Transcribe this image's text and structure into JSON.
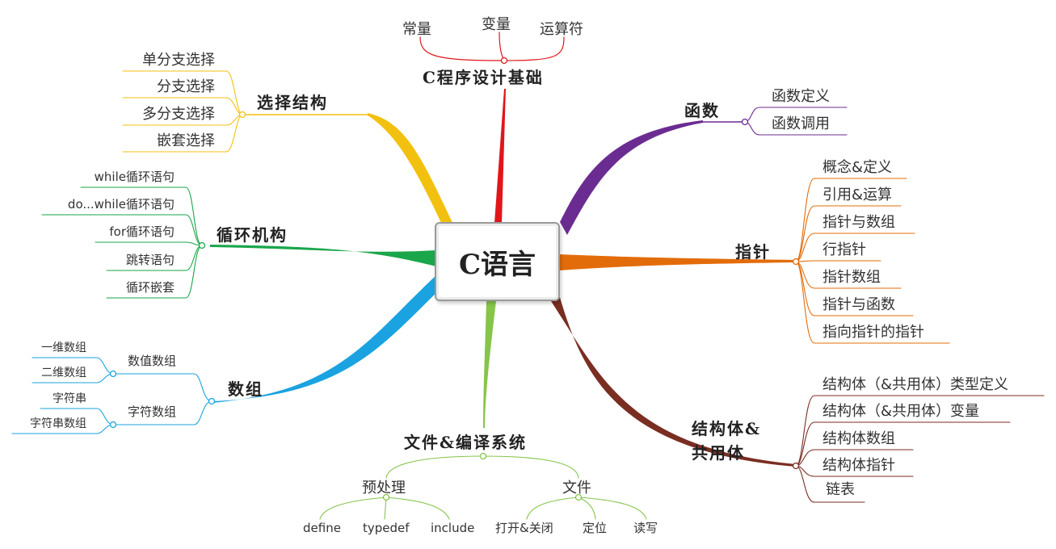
{
  "center": {
    "label": "C语言"
  },
  "colors": {
    "basics": "#e0161b",
    "select": "#f2c10f",
    "loop": "#1aa64a",
    "array": "#1aa3e0",
    "file": "#86c44a",
    "func": "#6b2c91",
    "pointer": "#e36c0a",
    "struct": "#7a2e22"
  },
  "basics": {
    "topic": "C程序设计基础",
    "items": [
      "常量",
      "变量",
      "运算符"
    ]
  },
  "select": {
    "topic": "选择结构",
    "items": [
      "单分支选择",
      "分支选择",
      "多分支选择",
      "嵌套选择"
    ]
  },
  "loop": {
    "topic": "循环机构",
    "items": [
      "while循环语句",
      "do...while循环语句",
      "for循环语句",
      "跳转语句",
      "循环嵌套"
    ]
  },
  "array": {
    "topic": "数组",
    "numeric": {
      "label": "数值数组",
      "items": [
        "一维数组",
        "二维数组"
      ]
    },
    "char": {
      "label": "字符数组",
      "items": [
        "字符串",
        "字符串数组"
      ]
    }
  },
  "file": {
    "topic": "文件&编译系统",
    "pre": {
      "label": "预处理",
      "items": [
        "define",
        "typedef",
        "include"
      ]
    },
    "files": {
      "label": "文件",
      "items": [
        "打开&关闭",
        "定位",
        "读写"
      ]
    }
  },
  "func": {
    "topic": "函数",
    "items": [
      "函数定义",
      "函数调用"
    ]
  },
  "pointer": {
    "topic": "指针",
    "items": [
      "概念&定义",
      "引用&运算",
      "指针与数组",
      "行指针",
      "指针数组",
      "指针与函数",
      "指向指针的指针"
    ]
  },
  "struct": {
    "topic_line1": "结构体&",
    "topic_line2": "共用体",
    "items": [
      "结构体（&共用体）类型定义",
      "结构体（&共用体）变量",
      "结构体数组",
      "结构体指针",
      "链表"
    ]
  }
}
